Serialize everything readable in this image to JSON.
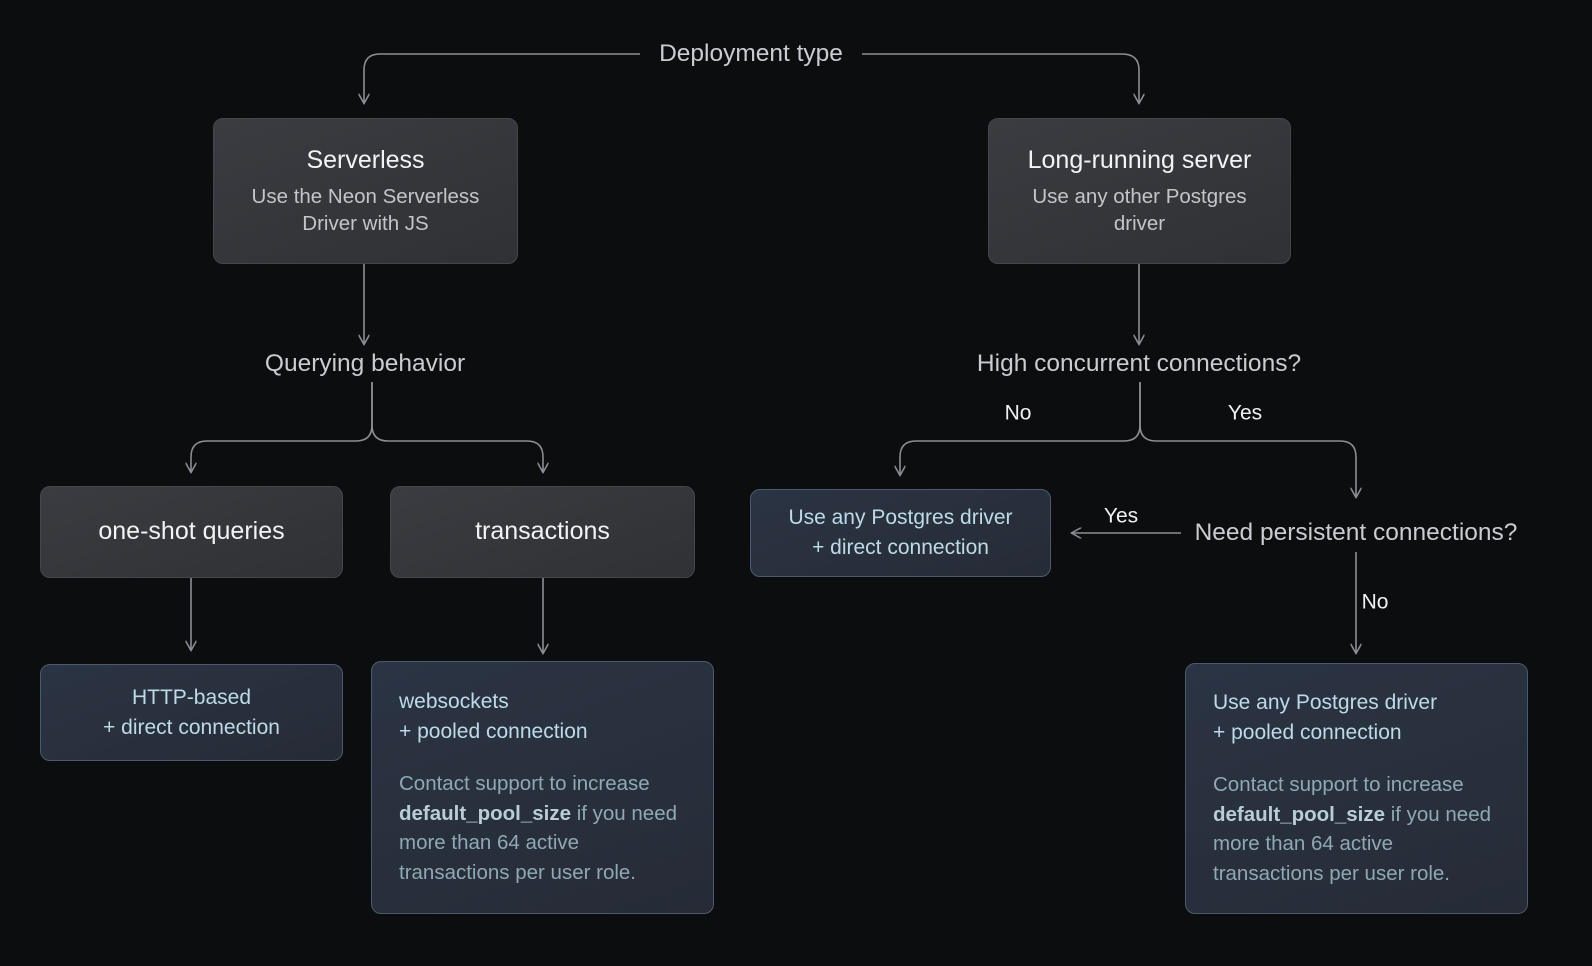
{
  "diagram": {
    "root": {
      "label": "Deployment type"
    },
    "decisions": [
      {
        "name": "querying-behavior",
        "label": "Querying behavior"
      },
      {
        "name": "high-concurrent-connections",
        "label": "High concurrent connections?"
      },
      {
        "name": "need-persistent-connections",
        "label": "Need persistent connections?"
      }
    ],
    "edge_labels": [
      {
        "name": "edge-label-no-concurrency",
        "label": "No"
      },
      {
        "name": "edge-label-yes-concurrency",
        "label": "Yes"
      },
      {
        "name": "edge-label-yes-persistent",
        "label": "Yes"
      },
      {
        "name": "edge-label-no-persistent",
        "label": "No"
      }
    ],
    "nodes": {
      "serverless": {
        "title": "Serverless",
        "sub": "Use the Neon Serverless Driver with JS"
      },
      "long_running_server": {
        "title": "Long-running server",
        "sub": "Use any other Postgres driver"
      },
      "one_shot_queries": {
        "title": "one-shot queries"
      },
      "transactions": {
        "title": "transactions"
      },
      "driver_direct": {
        "title": "Use any Postgres driver\n+ direct connection"
      },
      "http_direct": {
        "title": "HTTP-based\n+ direct connection"
      },
      "websockets_pooled": {
        "title": "websockets\n+ pooled connection",
        "note_before": "Contact support to increase ",
        "note_code": "default_pool_size",
        "note_after": " if you need more than 64 active transactions per user role."
      },
      "driver_pooled": {
        "title": "Use any Postgres driver\n+ pooled connection",
        "note_before": "Contact support to increase ",
        "note_code": "default_pool_size",
        "note_after": " if you need more than 64 active transactions per user role."
      }
    },
    "colors": {
      "background": "#0c0d0e",
      "grey_node_fill": "#333539",
      "grey_node_border": "#44464b",
      "blue_node_fill": "#272d39",
      "blue_node_border": "#4b5b6d",
      "accent_text": "#bcdbe6",
      "muted_text": "#8fa9b4",
      "connector": "#8b8e93"
    }
  }
}
